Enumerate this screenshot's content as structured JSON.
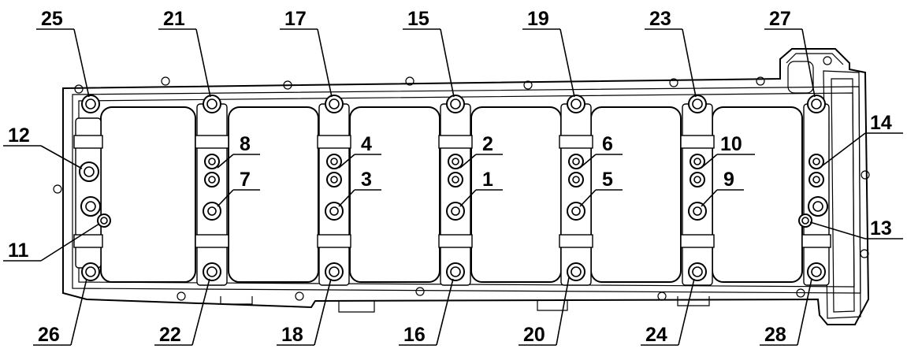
{
  "callouts": {
    "top": [
      "25",
      "21",
      "17",
      "15",
      "19",
      "23",
      "27"
    ],
    "inner_upper": [
      "8",
      "4",
      "2",
      "6",
      "10"
    ],
    "inner_lower": [
      "7",
      "3",
      "1",
      "5",
      "9"
    ],
    "bottom": [
      "26",
      "22",
      "18",
      "16",
      "20",
      "24",
      "28"
    ],
    "left": [
      "12",
      "11"
    ],
    "right": [
      "14",
      "13"
    ]
  }
}
